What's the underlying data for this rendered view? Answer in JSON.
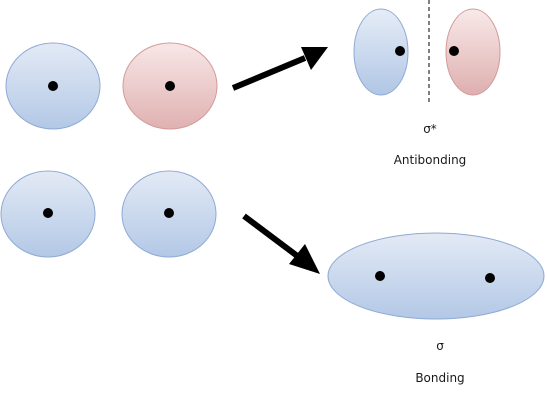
{
  "labels": {
    "antibonding_symbol": "σ*",
    "antibonding": "Antibonding",
    "bonding_symbol": "σ",
    "bonding": "Bonding"
  },
  "colors": {
    "blue_light": "#dde6f4",
    "blue_mid": "#b6cbe8",
    "blue_edge": "#8eaad4",
    "red_light": "#f7e4e4",
    "red_mid": "#e3b6b6",
    "red_edge": "#d29a9a",
    "dot": "#000000",
    "arrow": "#000000",
    "node_line": "#000000"
  }
}
